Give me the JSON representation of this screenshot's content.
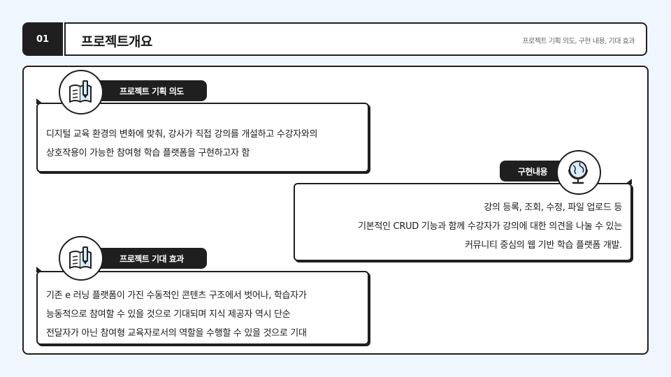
{
  "header": {
    "number": "01",
    "title": "프로젝트개요",
    "subtitle": "프로젝트 기획 의도, 구현 내용, 기대 효과"
  },
  "sections": [
    {
      "label": "프로젝트 기획 의도",
      "icon": "book-pen-icon",
      "lines": [
        "디지털 교육 환경의 변화에 맞춰, 강사가 직접 강의를 개설하고 수강자와의",
        "상호작용이 가능한 참여형 학습 플랫폼을 구현하고자 함"
      ]
    },
    {
      "label": "구현내용",
      "icon": "globe-icon",
      "lines": [
        "강의 등록, 조회, 수정, 파일 업로드 등",
        "기본적인 CRUD 기능과 함께 수강자가 강의에 대한 의견을 나눌 수 있는",
        "커뮤니티 중심의 웹 기반 학습 플랫폼 개발."
      ]
    },
    {
      "label": "프로젝트 기대 효과",
      "icon": "book-pen-icon",
      "lines": [
        "기존 e 러닝 플랫폼이 가진 수동적인 콘텐츠 구조에서 벗어나, 학습자가",
        "능동적으로 참여할 수 있을 것으로 기대되며 지식 제공자 역시 단순",
        "전달자가 아닌 참여형 교육자로서의 역할을 수행할 수 있을 것으로 기대"
      ]
    }
  ]
}
